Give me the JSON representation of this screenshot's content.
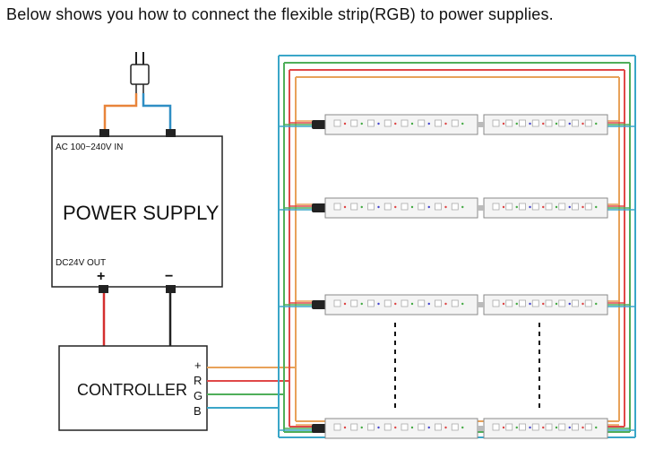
{
  "caption": "Below shows you how to connect the flexible strip(RGB) to power supplies.",
  "power_supply": {
    "title": "POWER SUPPLY",
    "input_label": "AC 100~240V IN",
    "output_label": "DC24V OUT",
    "plus": "+",
    "minus": "−"
  },
  "controller": {
    "title": "CONTROLLER",
    "terminals": [
      "+",
      "R",
      "G",
      "B"
    ]
  },
  "wire_colors": {
    "plus": "#e8a25a",
    "red": "#e04848",
    "green": "#4fae5a",
    "blue": "#3aa6c8",
    "black": "#222222",
    "dc_red": "#d42e2e"
  },
  "strip_rows": 4
}
